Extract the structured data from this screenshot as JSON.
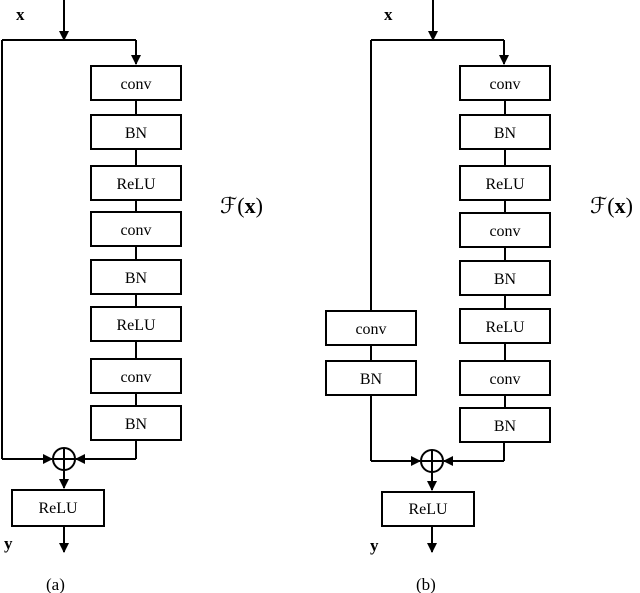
{
  "diagram_a": {
    "input_label": "x",
    "output_label": "y",
    "residual_label_prefix": "ℱ(",
    "residual_label_var": "x",
    "residual_label_suffix": ")",
    "blocks": [
      "conv",
      "BN",
      "ReLU",
      "conv",
      "BN",
      "ReLU",
      "conv",
      "BN"
    ],
    "output_block": "ReLU",
    "caption": "(a)"
  },
  "diagram_b": {
    "input_label": "x",
    "output_label": "y",
    "residual_label_prefix": "ℱ(",
    "residual_label_var": "x",
    "residual_label_suffix": ")",
    "blocks": [
      "conv",
      "BN",
      "ReLU",
      "conv",
      "BN",
      "ReLU",
      "conv",
      "BN"
    ],
    "shortcut_blocks": [
      "conv",
      "BN"
    ],
    "output_block": "ReLU",
    "caption": "(b)"
  }
}
